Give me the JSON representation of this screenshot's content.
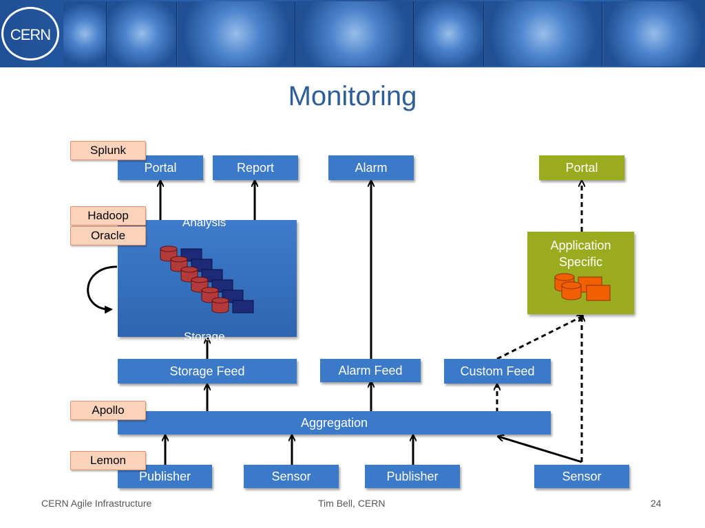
{
  "banner": {
    "logo_text": "CERN"
  },
  "title": "Monitoring",
  "tags": {
    "splunk": "Splunk",
    "hadoop": "Hadoop",
    "oracle": "Oracle",
    "apollo": "Apollo",
    "lemon": "Lemon"
  },
  "top": {
    "portal": "Portal",
    "report": "Report",
    "alarm": "Alarm",
    "portal_app": "Portal"
  },
  "analysis": {
    "label": "Analysis",
    "storage_label": "Storage"
  },
  "app_specific": {
    "line1": "Application",
    "line2": "Specific"
  },
  "feeds": {
    "storage_feed": "Storage Feed",
    "alarm_feed": "Alarm Feed",
    "custom_feed": "Custom Feed"
  },
  "aggregation": "Aggregation",
  "bottom": {
    "publisher1": "Publisher",
    "sensor1": "Sensor",
    "publisher2": "Publisher",
    "sensor2": "Sensor"
  },
  "footer": {
    "left": "CERN Agile Infrastructure",
    "center": "Tim Bell, CERN",
    "page": "24"
  },
  "colors": {
    "box_blue": "#3b79c9",
    "app_green": "#9aac1e",
    "tag_fill": "#fbd3bb",
    "title_blue": "#2f5d95",
    "db_red": "#b23a3a",
    "db_navy": "#1c2a78",
    "db_orange": "#f06000"
  }
}
